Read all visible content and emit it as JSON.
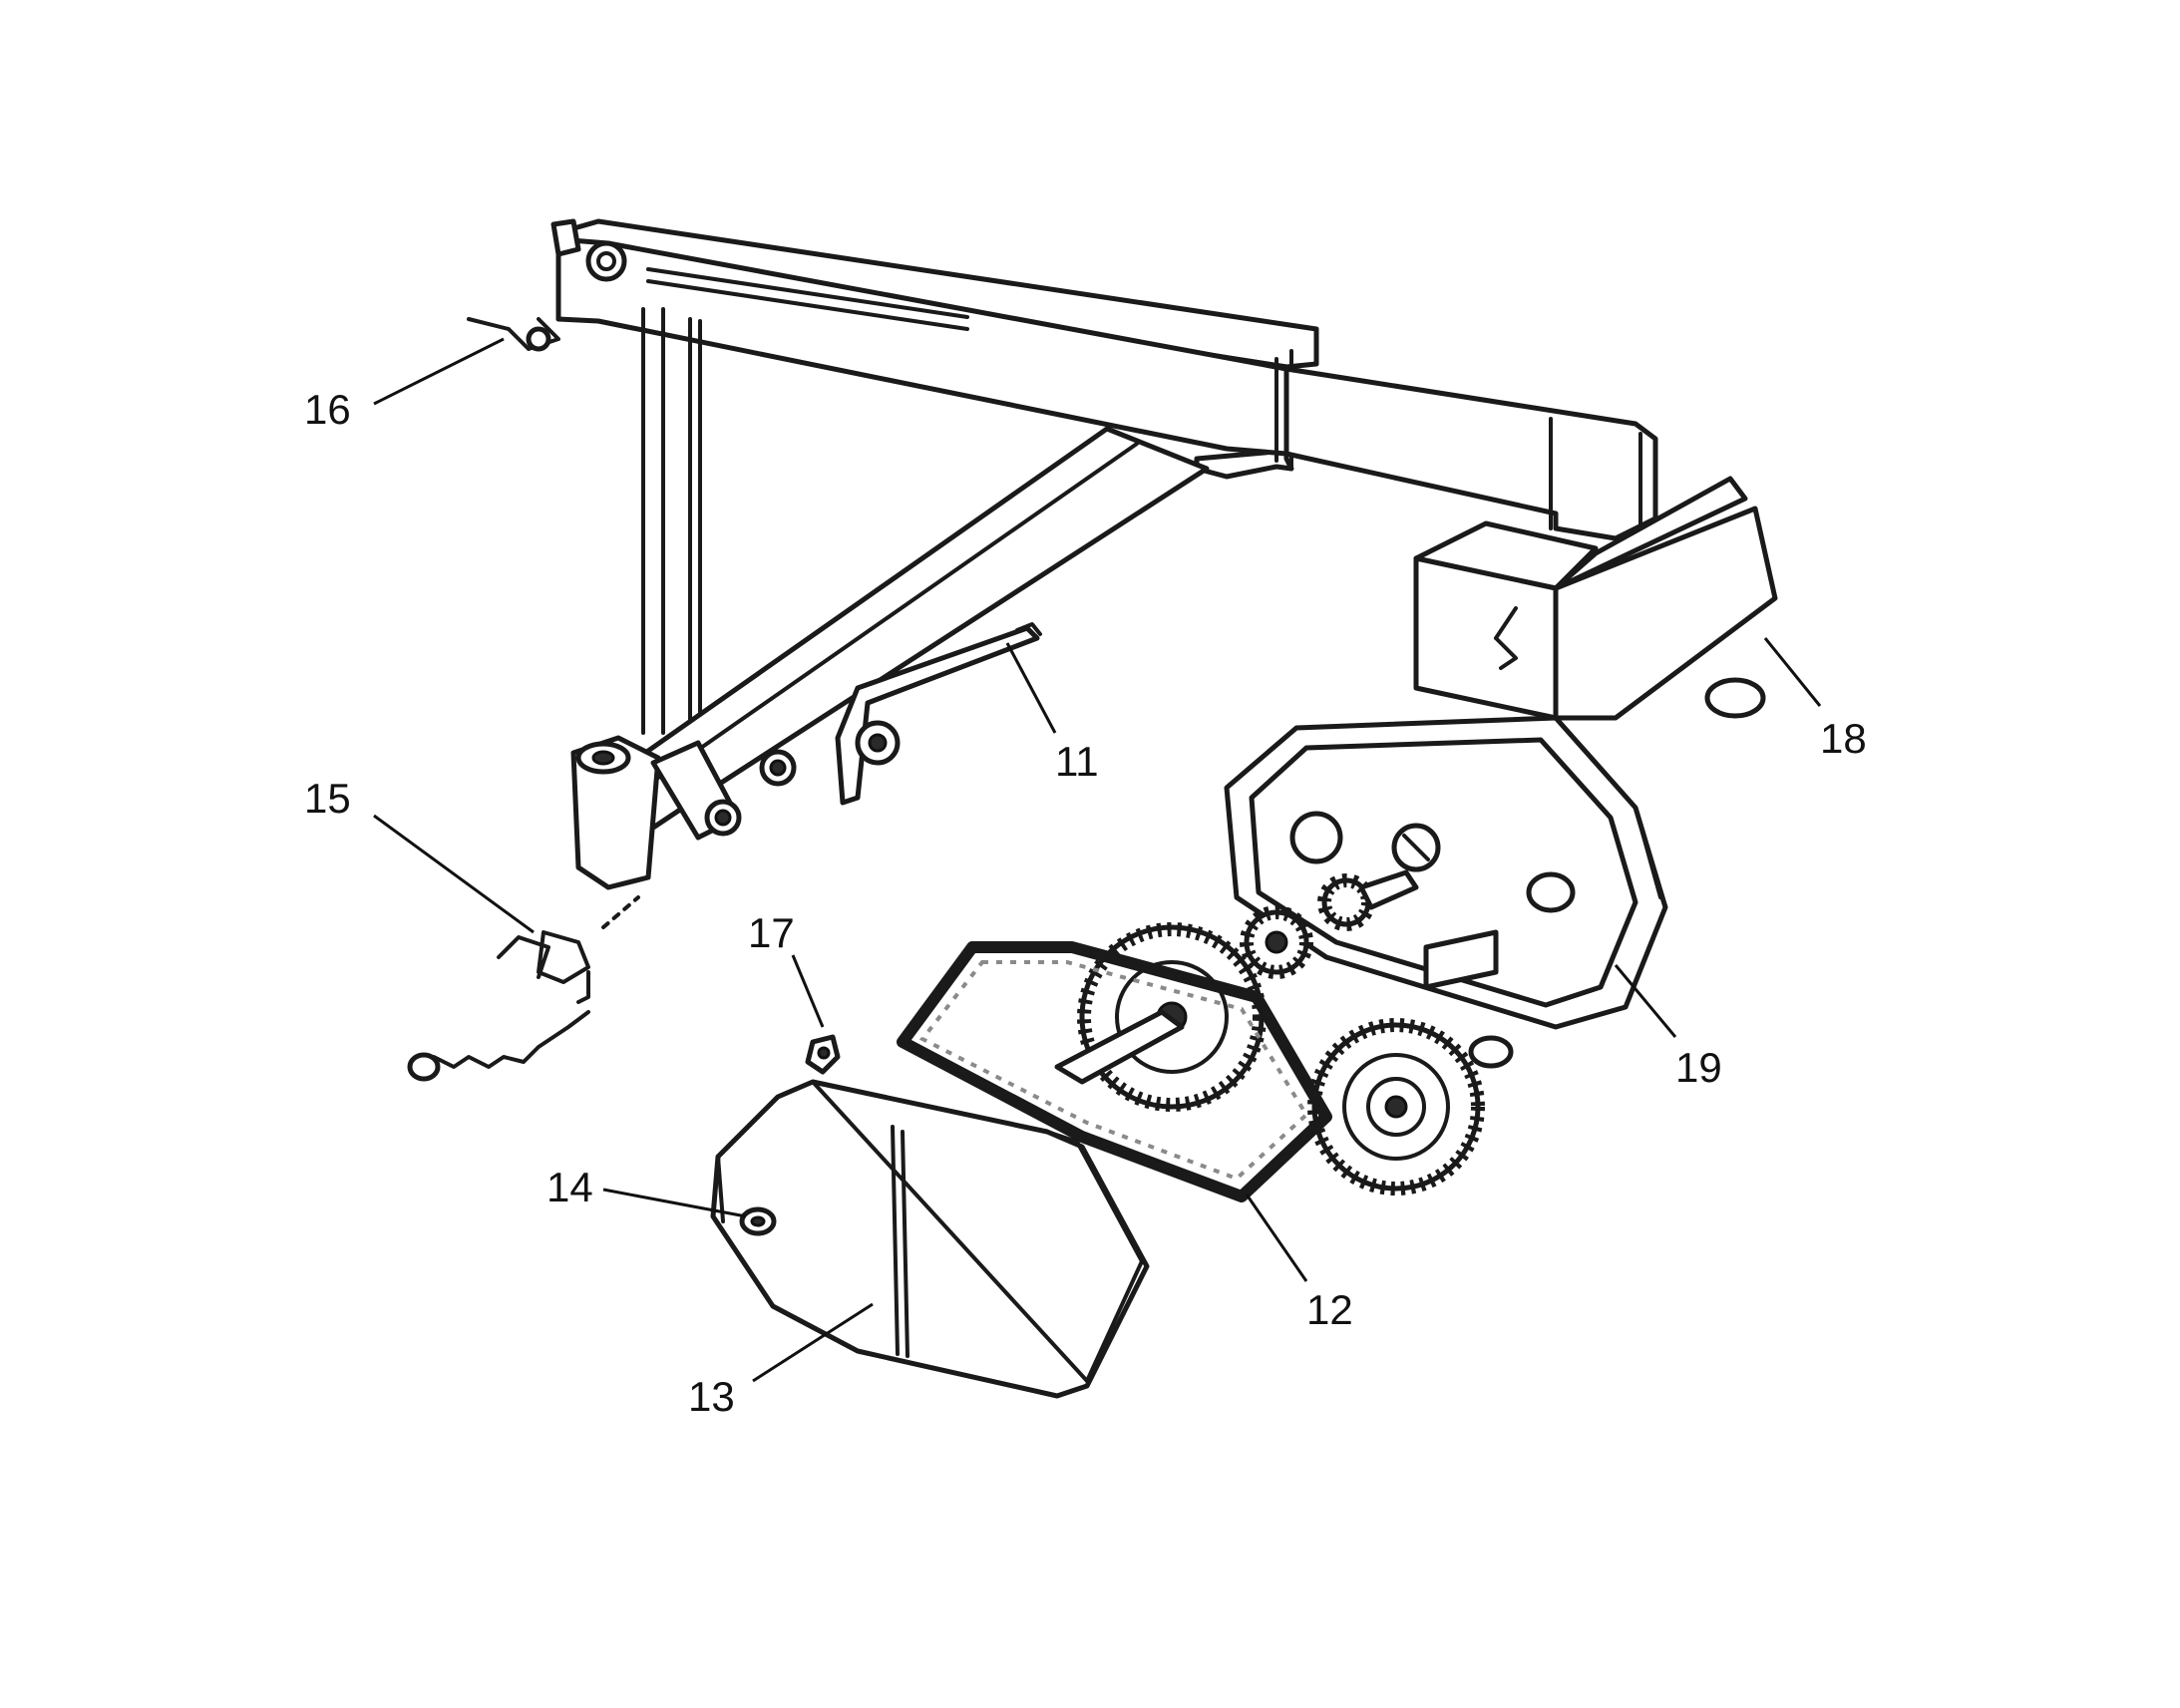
{
  "callouts": [
    {
      "id": "11",
      "label": "11"
    },
    {
      "id": "12",
      "label": "12"
    },
    {
      "id": "13",
      "label": "13"
    },
    {
      "id": "14",
      "label": "14"
    },
    {
      "id": "15",
      "label": "15"
    },
    {
      "id": "16",
      "label": "16"
    },
    {
      "id": "17",
      "label": "17"
    },
    {
      "id": "18",
      "label": "18"
    },
    {
      "id": "19",
      "label": "19"
    }
  ]
}
